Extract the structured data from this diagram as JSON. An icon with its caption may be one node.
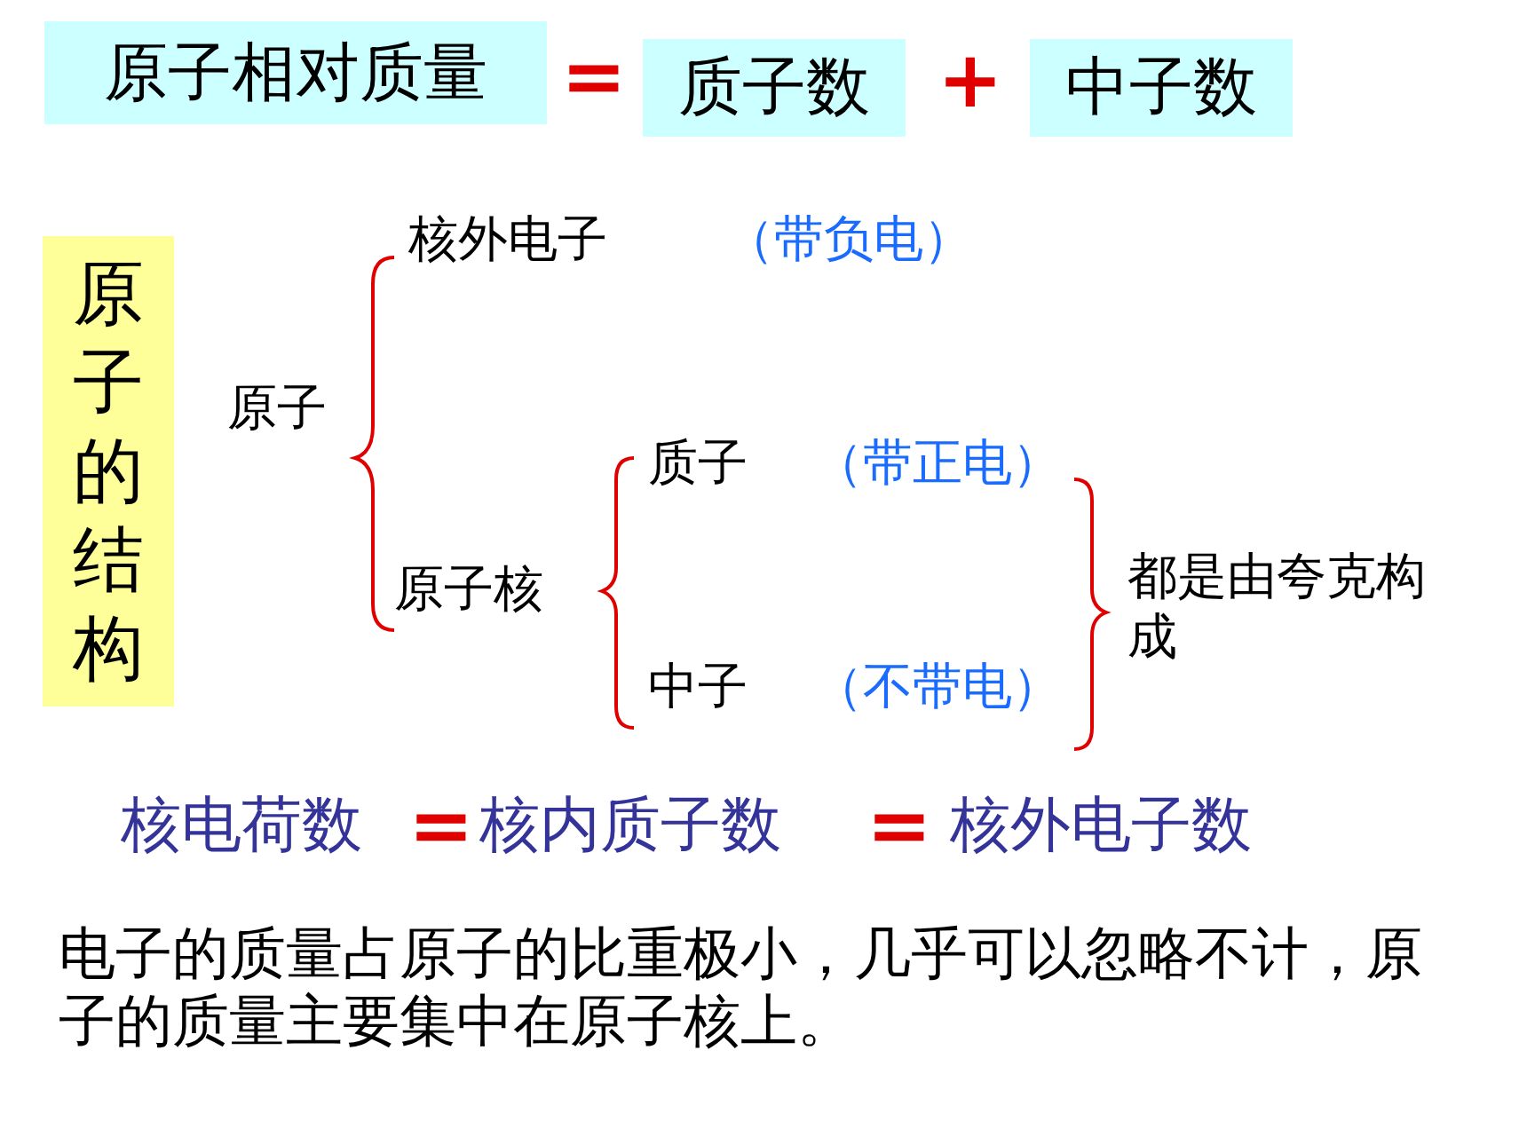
{
  "diagram": {
    "nodes": [
      {
        "text": [
          "原子相对质量"
        ]
      },
      {
        "text": [
          "质子数"
        ]
      },
      {
        "text": [
          "中子数"
        ]
      },
      {
        "text": [
          "原子的结构"
        ]
      }
    ],
    "labels": [
      "=",
      "+",
      "核外电子",
      "（带负电）",
      "原子",
      "质子",
      "（带正电）",
      "原子核",
      "都是由夸克构成",
      "中子",
      "（不带电）",
      "核电荷数",
      "=",
      "核内质子数",
      "=",
      "核外电子数",
      "电子的质量占原子的比重极小，几乎可以忽略不计，原子的质量主要集中在原子核上。"
    ]
  }
}
